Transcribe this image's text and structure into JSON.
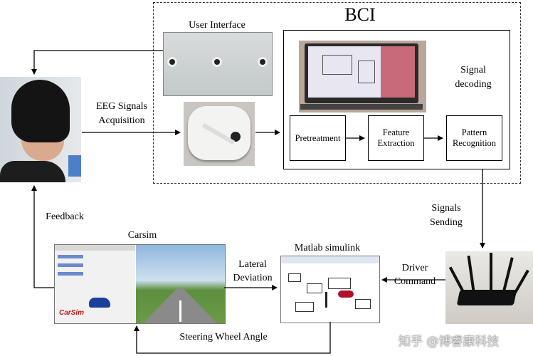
{
  "bci": {
    "title": "BCI",
    "user_interface_label": "User Interface",
    "signal_decoding_label": "Signal decoding",
    "steps": [
      "Pretreatment",
      "Feature Extraction",
      "Pattern Recognition"
    ]
  },
  "labels": {
    "eeg": "EEG Signals Acquisition",
    "signals_sending": "Signals Sending",
    "feedback": "Feedback",
    "carsim": "Carsim",
    "lateral_deviation": "Lateral Deviation",
    "matlab": "Matlab simulink",
    "driver_command": "Driver Command",
    "steering": "Steering Wheel Angle"
  },
  "carsim_logo": "CarSim",
  "watermark": "知乎 @博睿康科技"
}
